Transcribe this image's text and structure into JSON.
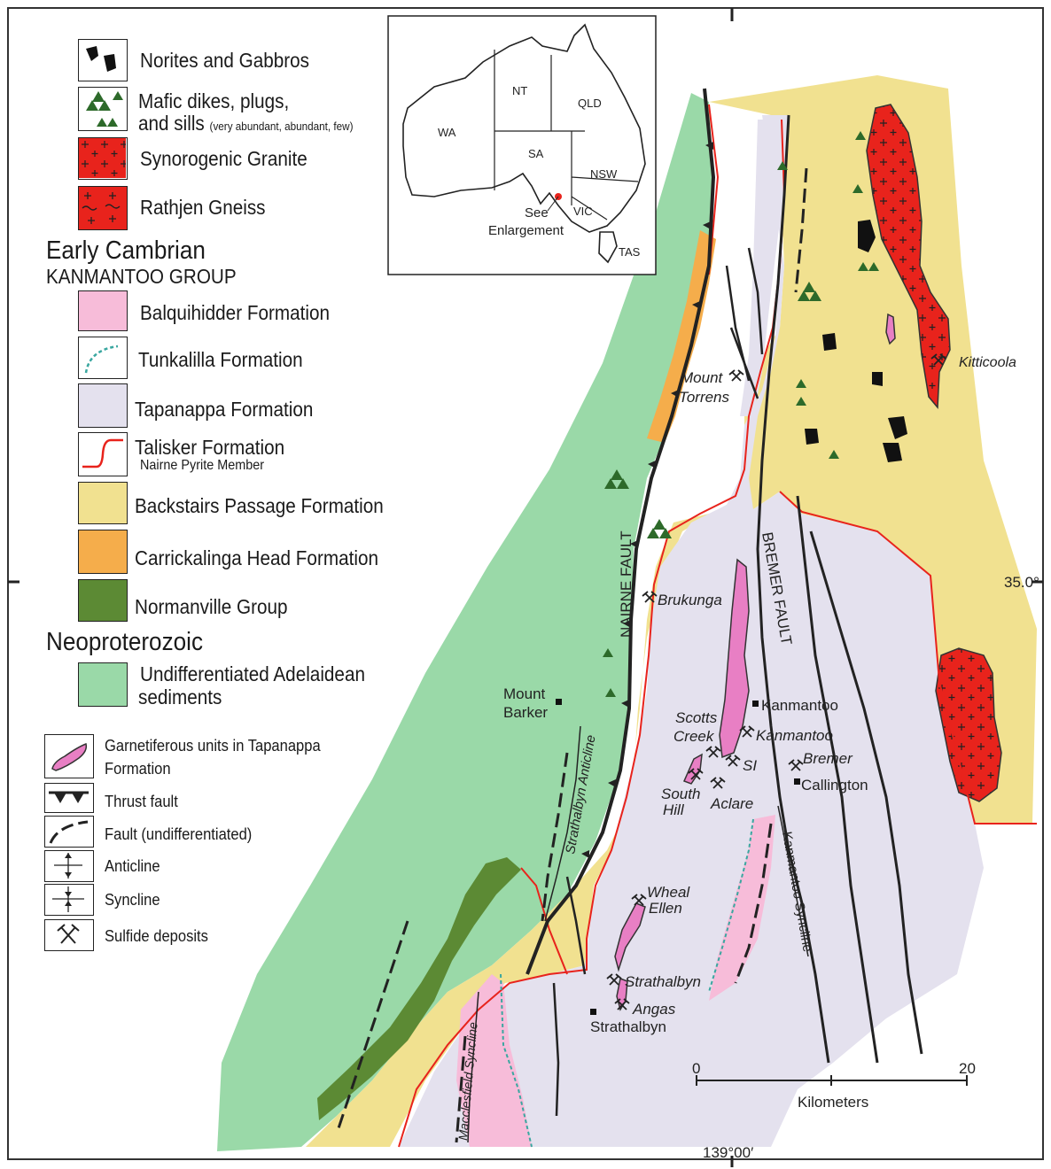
{
  "legend": {
    "norites": "Norites and Gabbros",
    "mafic_line1": "Mafic dikes, plugs,",
    "mafic_line2": "and sills",
    "mafic_note": "(very abundant, abundant, few)",
    "granite": "Synorogenic Granite",
    "gneiss": "Rathjen Gneiss",
    "early_cambrian": "Early Cambrian",
    "kanmantoo_group": "KANMANTOO GROUP",
    "balquhidder": "Balquihidder Formation",
    "tunkalilla": "Tunkalilla Formation",
    "tapanappa": "Tapanappa Formation",
    "talisker": "Talisker Formation",
    "nairne_member": "Nairne Pyrite Member",
    "backstairs": "Backstairs Passage Formation",
    "carrickalinga": "Carrickalinga Head Formation",
    "normanville": "Normanville Group",
    "neoproterozoic": "Neoproterozoic",
    "adelaidean_line1": "Undifferentiated Adelaidean",
    "adelaidean_line2": "sediments",
    "garnet_line1": "Garnetiferous units in Tapanappa",
    "garnet_line2": "Formation",
    "thrust": "Thrust fault",
    "fault": "Fault (undifferentiated)",
    "anticline": "Anticline",
    "syncline": "Syncline",
    "sulfide": "Sulfide deposits"
  },
  "inset": {
    "wa": "WA",
    "nt": "NT",
    "qld": "QLD",
    "sa": "SA",
    "nsw": "NSW",
    "vic": "VIC",
    "tas": "TAS",
    "see": "See",
    "enlargement": "Enlargement"
  },
  "map": {
    "mount_torrens_1": "Mount",
    "mount_torrens_2": "Torrens",
    "kitticoola": "Kitticoola",
    "brukunga": "Brukunga",
    "nairne_fault": "NAIRNE FAULT",
    "bremer_fault": "BREMER FAULT",
    "mount_barker_1": "Mount",
    "mount_barker_2": "Barker",
    "kanmantoo_town": "Kanmantoo",
    "kanmantoo_mine": "Kanmantoo",
    "scotts_1": "Scotts",
    "scotts_2": "Creek",
    "si": "SI",
    "bremer": "Bremer",
    "callington": "Callington",
    "south_hill_1": "South",
    "south_hill_2": "Hill",
    "aclare": "Aclare",
    "strathalbyn_anticline": "Strathalbyn Anticline",
    "kanmantoo_syncline": "Kanmantoo Syncline",
    "wheal_1": "Wheal",
    "wheal_2": "Ellen",
    "strathalbyn_mine": "Strathalbyn",
    "angas": "Angas",
    "strathalbyn_town": "Strathalbyn",
    "macclesfield_syncline": "Macclesfield Syncline",
    "lat": "35.0°",
    "lon": "139°00′"
  },
  "scale_bar": {
    "min": "0",
    "max": "20",
    "unit": "Kilometers"
  },
  "colors": {
    "adelaidean": "#9ad9a8",
    "backstairs": "#f1e190",
    "tapanappa": "#e4e1ee",
    "balquhidder": "#f7bcd9",
    "carrickalinga": "#f5ad4b",
    "normanville": "#5c8a34",
    "granite": "#e8231c",
    "talisker_line": "#e8231c",
    "tunkalilla_line": "#3aa7a0",
    "mafic": "#2d6a2a"
  }
}
